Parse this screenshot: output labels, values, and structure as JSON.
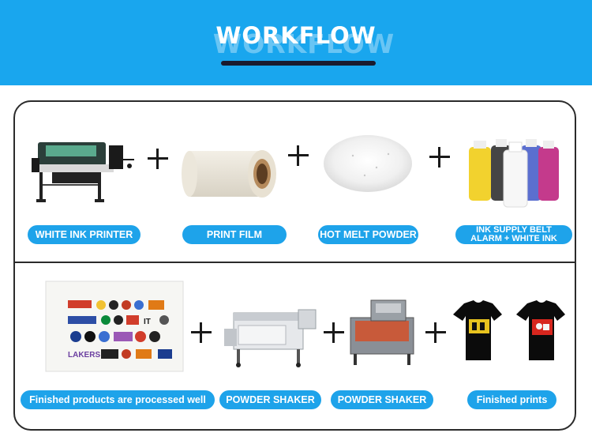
{
  "header": {
    "title": "WORKFLOW",
    "bg_color": "#19a6ee"
  },
  "row1": {
    "items": [
      {
        "label": "WHITE INK PRINTER",
        "icon": "printer-image"
      },
      {
        "label": "PRINT FILM",
        "icon": "film-roll-image"
      },
      {
        "label": "HOT MELT POWDER",
        "icon": "powder-image"
      },
      {
        "label_line1": "INK SUPPLY BELT",
        "label_line2": "ALARM + WHITE INK",
        "icon": "ink-bottles-image"
      }
    ]
  },
  "row2": {
    "items": [
      {
        "label": "Finished products are processed well",
        "icon": "transfer-sheet-image"
      },
      {
        "label": "POWDER SHAKER",
        "icon": "powder-shaker-image"
      },
      {
        "label": "POWDER SHAKER",
        "icon": "powder-shaker-laser-image"
      },
      {
        "label": "Finished prints",
        "icon": "tshirts-image"
      }
    ]
  },
  "label_color": "#1ea3ea"
}
